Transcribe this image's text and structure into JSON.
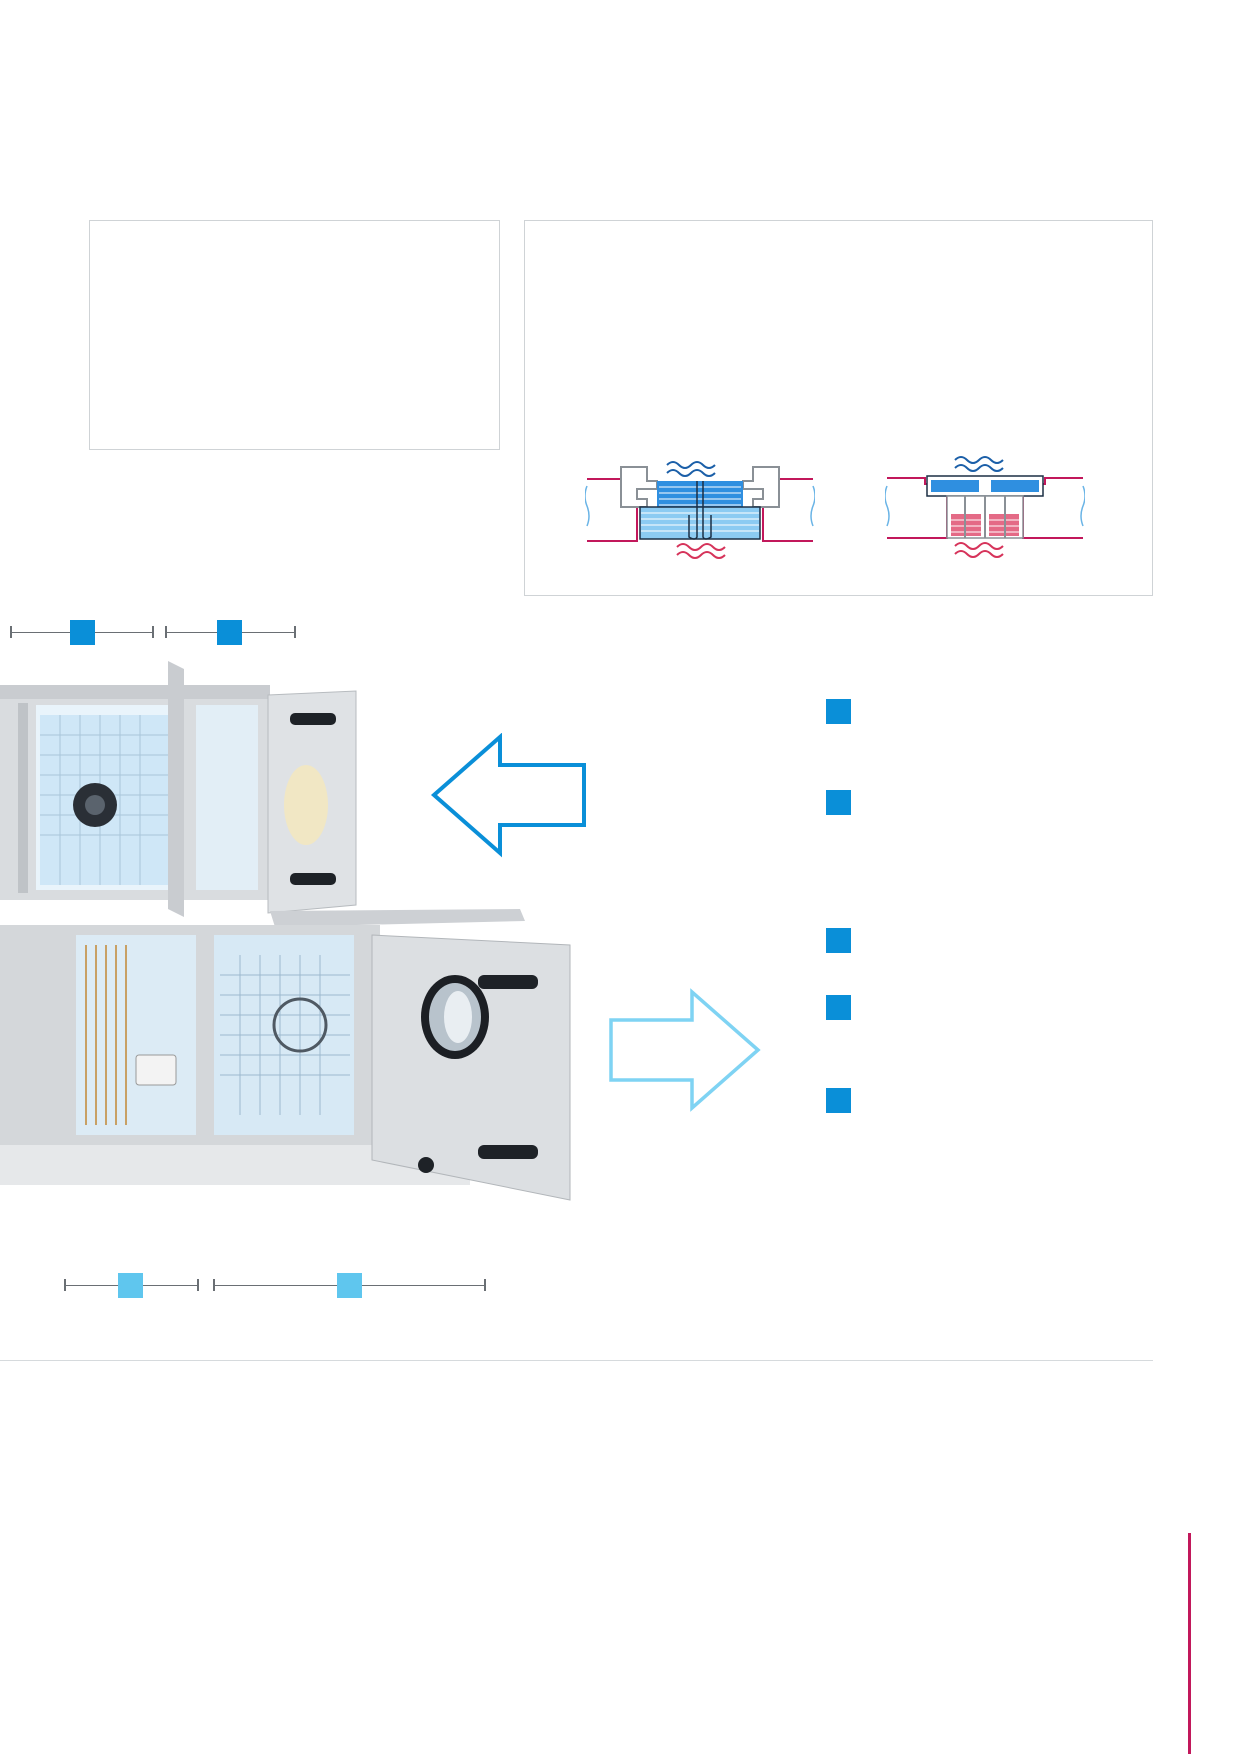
{
  "page": {
    "accent_color": "#0a8fd8",
    "accent_light_color": "#5fc6ee",
    "magenta_color": "#c2185b"
  },
  "panels": {
    "left_box": {
      "name": "text-box-left"
    },
    "right_box": {
      "name": "profile-diagram-box"
    }
  },
  "diagrams": [
    {
      "name": "frame-profile-cold-bridge",
      "colors": {
        "cold": "#2f8fe0",
        "warm": "#d6335a",
        "frame": "#8a9096"
      }
    },
    {
      "name": "frame-profile-thermal-break",
      "colors": {
        "cold": "#2f8fe0",
        "warm": "#d6335a",
        "frame": "#8a9096"
      }
    }
  ],
  "photo": {
    "subject": "air-handling-unit",
    "icons": [
      "door-handle-icon",
      "inspection-window-icon"
    ]
  },
  "arrows": [
    {
      "name": "arrow-left-outline",
      "color": "#0a8fd8"
    },
    {
      "name": "arrow-right-outline",
      "color": "#7fd3f3"
    }
  ],
  "bullets": {
    "count": 5,
    "color": "#0a8fd8"
  },
  "dimension_markers": {
    "top": {
      "color": "#0a8fd8"
    },
    "bottom": {
      "color": "#5fc6ee"
    }
  }
}
